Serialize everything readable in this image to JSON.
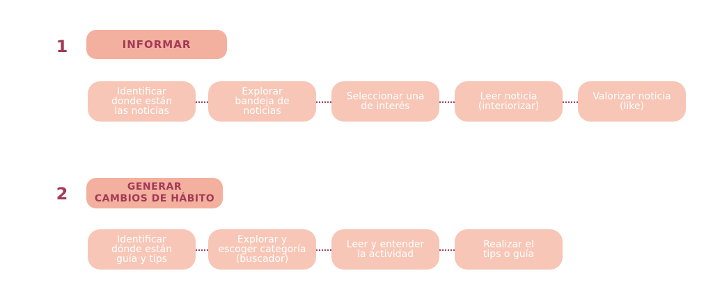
{
  "sections": [
    {
      "number": "1",
      "title": "INFORMAR",
      "steps": [
        {
          "label": "Identificar\ndonde están\nlas noticias"
        },
        {
          "label": "Explorar\nbandeja de\nnoticias"
        },
        {
          "label": "Seleccionar una\nde interés"
        },
        {
          "label": "Leer noticia\n(interiorizar)"
        },
        {
          "label": "Valorizar noticia\n(like)"
        }
      ]
    },
    {
      "number": "2",
      "title": "GENERAR\nCAMBIOS DE HÁBITO",
      "steps": [
        {
          "label": "Identificar\ndónde están\nguía y tips"
        },
        {
          "label": "Explorar y\nescoger categoría\n(buscador)"
        },
        {
          "label": "Leer y entender\nla actividad"
        },
        {
          "label": "Realizar el\ntips o guía"
        }
      ]
    }
  ],
  "colors": {
    "accent": "#a23a56",
    "header_fill": "#f4b09e",
    "step_fill": "#f7c6b6",
    "step_text": "#ffffff"
  }
}
